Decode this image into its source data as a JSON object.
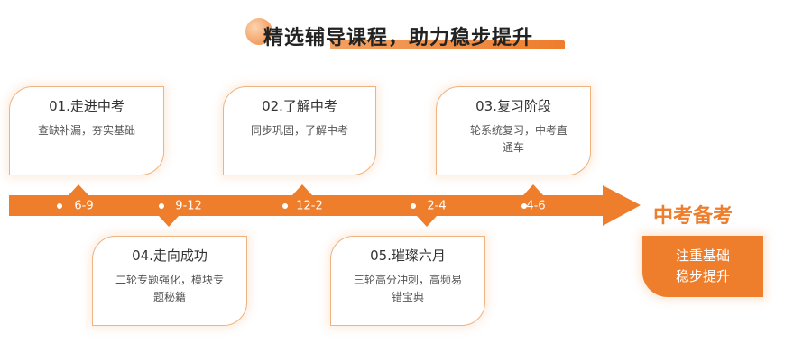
{
  "title": "精选辅导课程，助力稳步提升",
  "stages": [
    {
      "title": "01.走进中考",
      "desc": "查缺补漏，夯实基础",
      "date": "6-9"
    },
    {
      "title": "04.走向成功",
      "desc": "二轮专题强化，模块专题秘籍",
      "date": "9-12"
    },
    {
      "title": "02.了解中考",
      "desc": "同步巩固，了解中考",
      "date": "12-2"
    },
    {
      "title": "05.璀璨六月",
      "desc": "三轮高分冲刺，高频易错宝典",
      "date": "2-4"
    },
    {
      "title": "03.复习阶段",
      "desc": "一轮系统复习，中考直通车",
      "date": "4-6"
    }
  ],
  "goal": {
    "title": "中考备考",
    "line1": "注重基础",
    "line2": "稳步提升"
  },
  "colors": {
    "accent": "#ee7d2c",
    "card_border": "#f0b27e"
  }
}
